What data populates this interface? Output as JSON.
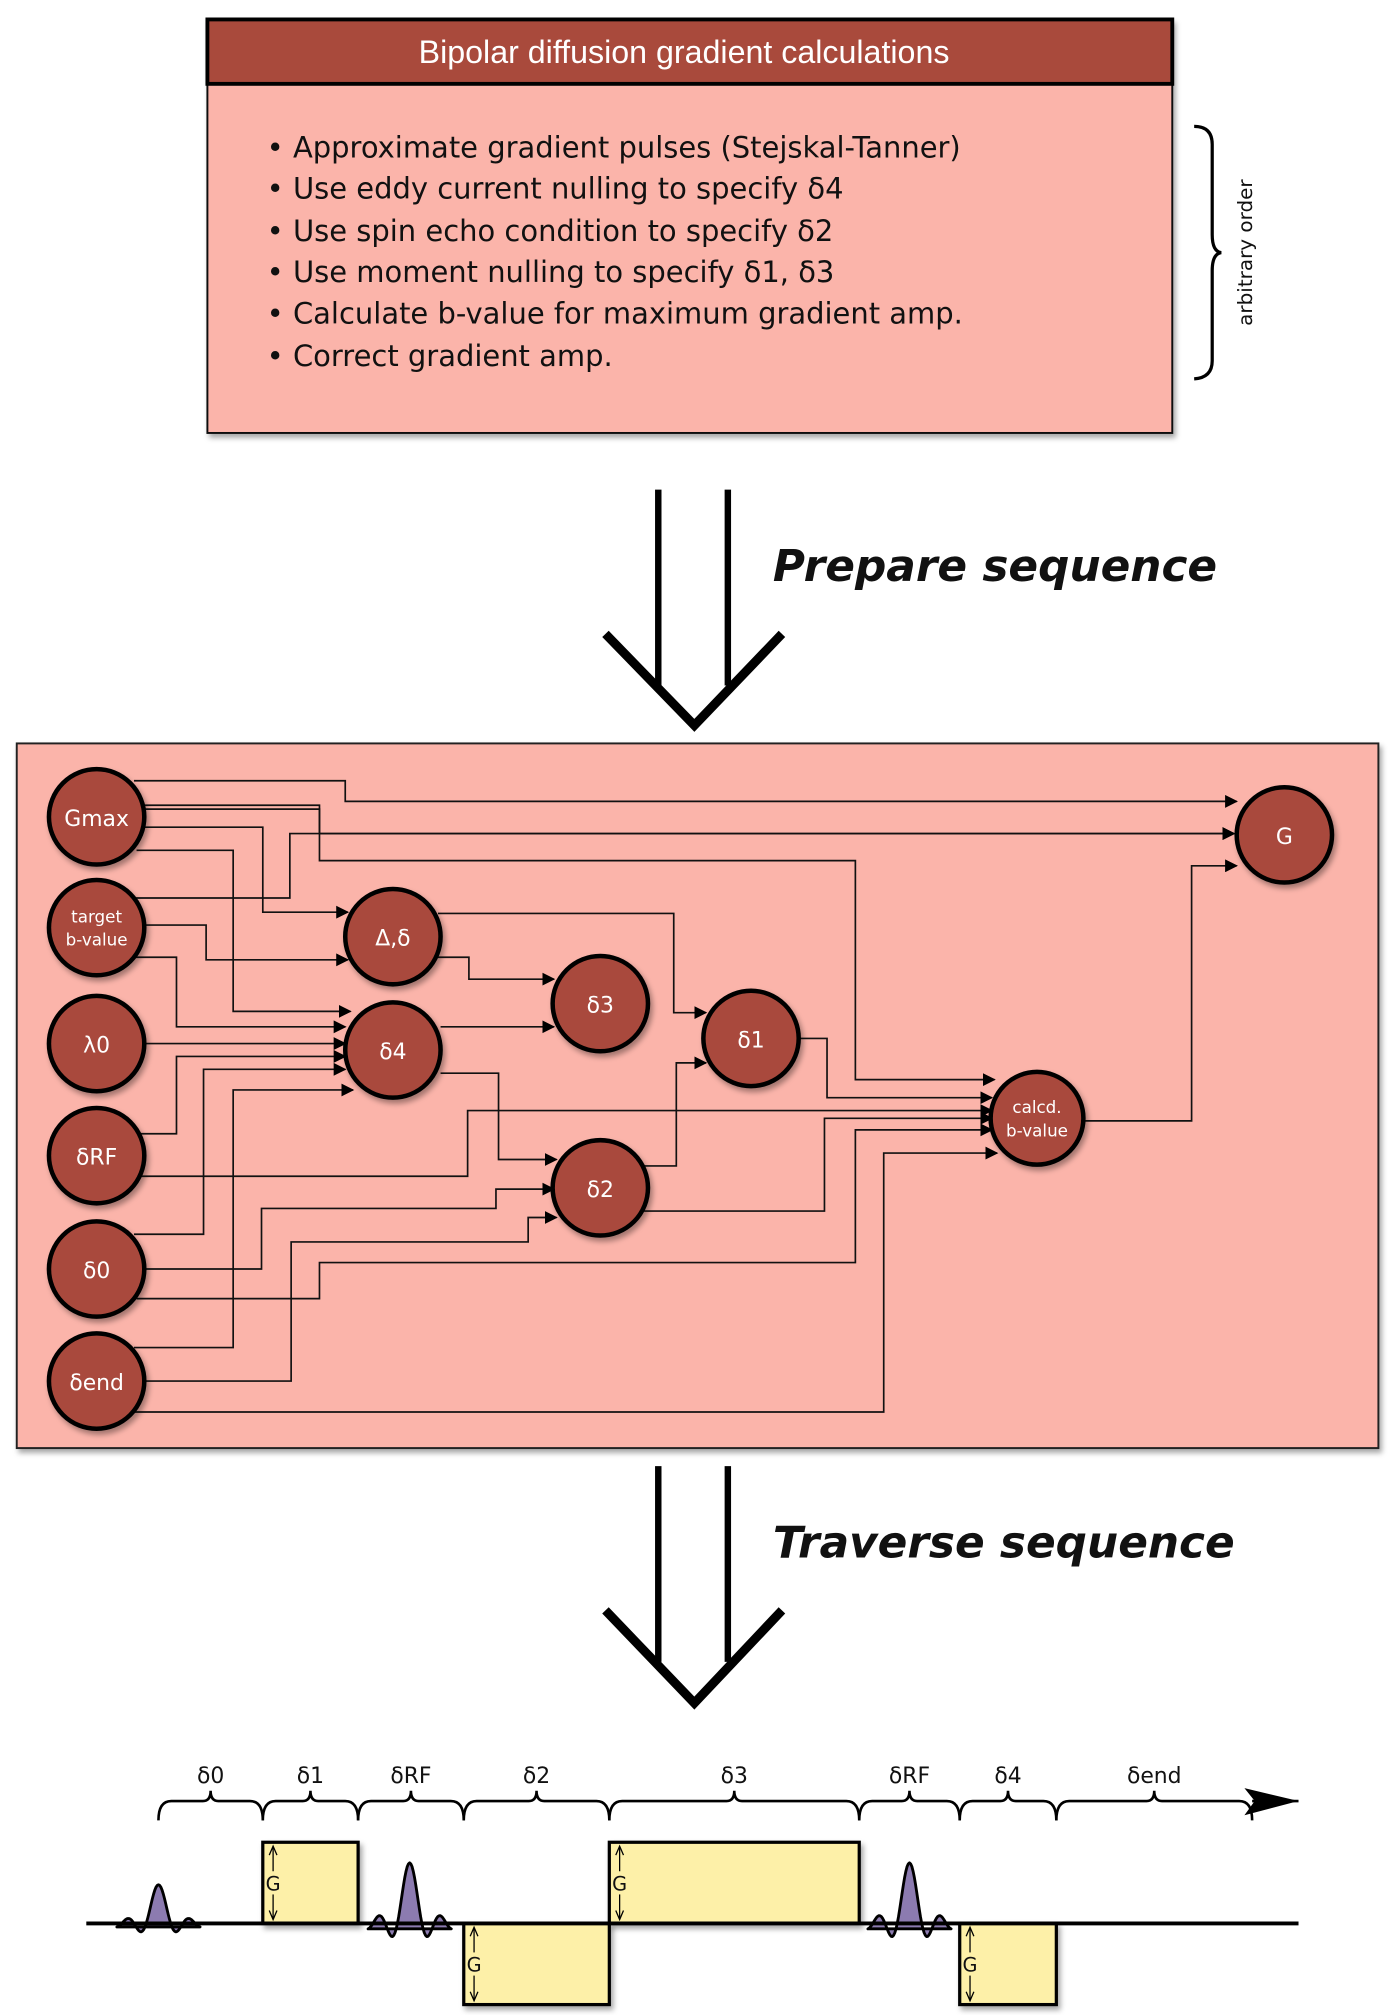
{
  "calc_box": {
    "title": "Bipolar diffusion gradient calculations",
    "bullets": [
      "• Approximate gradient pulses (Stejskal-Tanner)",
      "• Use eddy current nulling to specify δ4",
      "• Use spin echo condition to specify δ2",
      "• Use moment nulling to specify δ1, δ3",
      "• Calculate b-value for maximum gradient amp.",
      "• Correct gradient amp."
    ],
    "side_note": "arbitrary order"
  },
  "stages": {
    "prepare": "Prepare sequence",
    "traverse": "Traverse sequence"
  },
  "colors": {
    "header": "#a94a3c",
    "box_fill": "#fbb4aa",
    "node_fill": "#a94a3c",
    "gradient_fill": "#fdf0a8",
    "rf_fill": "#8c7bb0"
  },
  "graph": {
    "nodes": [
      {
        "id": "gmax",
        "label": "Gmax"
      },
      {
        "id": "target",
        "label": "target",
        "label2": "b-value"
      },
      {
        "id": "lambda0",
        "label": "λ0"
      },
      {
        "id": "drf",
        "label": "δRF"
      },
      {
        "id": "d0",
        "label": "δ0"
      },
      {
        "id": "dend",
        "label": "δend"
      },
      {
        "id": "Dd",
        "label": "Δ,δ"
      },
      {
        "id": "d4",
        "label": "δ4"
      },
      {
        "id": "d3",
        "label": "δ3"
      },
      {
        "id": "d1",
        "label": "δ1"
      },
      {
        "id": "d2",
        "label": "δ2"
      },
      {
        "id": "calcd",
        "label": "calcd.",
        "label2": "b-value"
      },
      {
        "id": "G",
        "label": "G"
      }
    ],
    "edges": [
      [
        "gmax",
        "G"
      ],
      [
        "gmax",
        "G"
      ],
      [
        "gmax",
        "Dd"
      ],
      [
        "gmax",
        "d4"
      ],
      [
        "gmax",
        "calcd"
      ],
      [
        "target",
        "G"
      ],
      [
        "target",
        "Dd"
      ],
      [
        "target",
        "d4"
      ],
      [
        "lambda0",
        "d4"
      ],
      [
        "drf",
        "d4"
      ],
      [
        "drf",
        "calcd"
      ],
      [
        "d0",
        "d4"
      ],
      [
        "d0",
        "d2"
      ],
      [
        "d0",
        "calcd"
      ],
      [
        "dend",
        "d4"
      ],
      [
        "dend",
        "d2"
      ],
      [
        "dend",
        "calcd"
      ],
      [
        "Dd",
        "d3"
      ],
      [
        "Dd",
        "d1"
      ],
      [
        "d4",
        "d3"
      ],
      [
        "d4",
        "d2"
      ],
      [
        "d2",
        "d1"
      ],
      [
        "d2",
        "calcd"
      ],
      [
        "d1",
        "calcd"
      ],
      [
        "calcd",
        "G"
      ]
    ]
  },
  "timeline": {
    "intervals": [
      "δ0",
      "δ1",
      "δRF",
      "δ2",
      "δ3",
      "δRF",
      "δ4",
      "δend"
    ],
    "gradient_label": "G",
    "gradient_lobes": [
      {
        "interval": "δ1",
        "polarity": "positive"
      },
      {
        "interval": "δ2",
        "polarity": "negative"
      },
      {
        "interval": "δ3",
        "polarity": "positive"
      },
      {
        "interval": "δ4",
        "polarity": "negative"
      }
    ],
    "rf_pulses": [
      "excitation",
      "refocusing",
      "refocusing"
    ]
  }
}
